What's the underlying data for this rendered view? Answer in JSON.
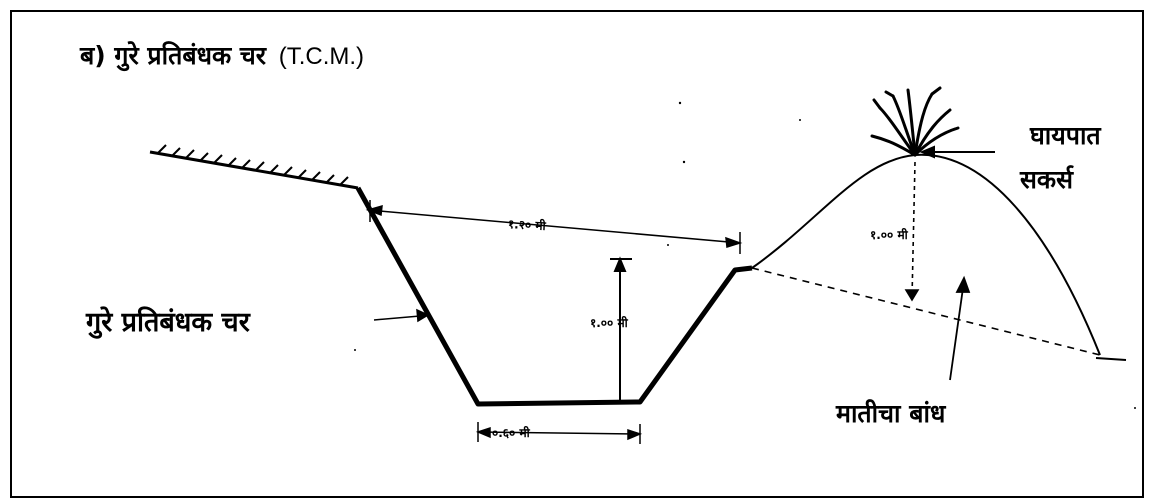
{
  "title": {
    "label": "ब) गुरे प्रतिबंधक चर",
    "abbr": "(T.C.M.)"
  },
  "labels": {
    "ditch": "गुरे प्रतिबंधक चर",
    "grass_line1": "घायपात",
    "grass_line2": "सकर्स",
    "bund": "मातीचा बांध"
  },
  "dimensions": {
    "top_width": "१.२० मी",
    "depth": "१.०० मी",
    "bottom_width": "०.६० मी",
    "bund_height": "१.०० मी"
  }
}
